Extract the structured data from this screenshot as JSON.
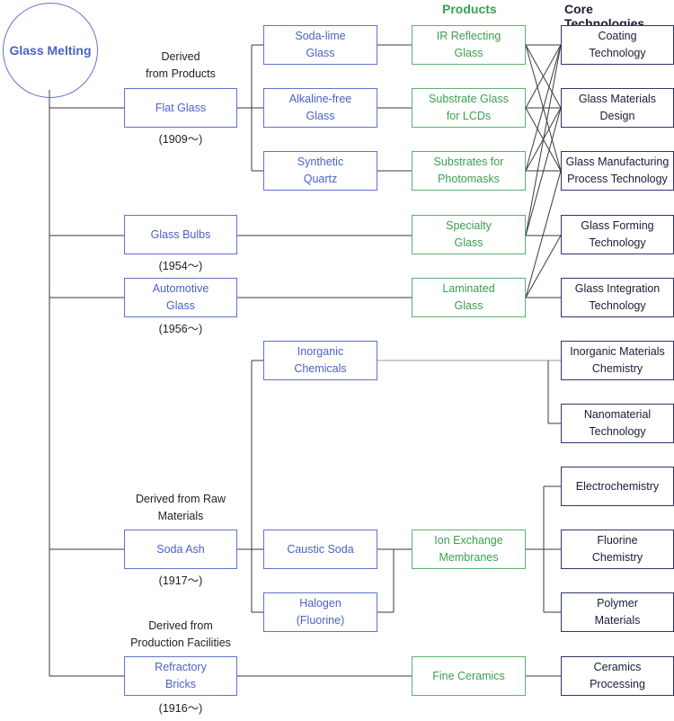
{
  "root": "Glass Melting",
  "headers": {
    "products": "Products",
    "core": "Core Technologies"
  },
  "derived": {
    "from_products": "Derived\nfrom Products",
    "from_raw": "Derived from Raw\nMaterials",
    "from_facilities": "Derived from\nProduction Facilities"
  },
  "years": {
    "flat": "(1909〜)",
    "bulbs": "(1954〜)",
    "automotive": "(1956〜)",
    "soda_ash": "(1917〜)",
    "refractory": "(1916〜)"
  },
  "businesses": {
    "flat": "Flat Glass",
    "bulbs": "Glass Bulbs",
    "automotive": "Automotive\nGlass",
    "soda_ash": "Soda Ash",
    "refractory": "Refractory\nBricks"
  },
  "materials": {
    "soda_lime": "Soda-lime\nGlass",
    "alkaline_free": "Alkaline-free\nGlass",
    "synthetic_quartz": "Synthetic\nQuartz",
    "inorganic_chem": "Inorganic\nChemicals",
    "caustic_soda": "Caustic Soda",
    "halogen": "Halogen\n(Fluorine)"
  },
  "products": {
    "ir": "IR Reflecting\nGlass",
    "lcd": "Substrate Glass\nfor LCDs",
    "photomask": "Substrates for\nPhotomasks",
    "specialty": "Specialty\nGlass",
    "laminated": "Laminated\nGlass",
    "ion": "Ion Exchange\nMembranes",
    "ceramics": "Fine Ceramics"
  },
  "core": {
    "coating": "Coating\nTechnology",
    "materials_design": "Glass Materials\nDesign",
    "manufacturing": "Glass Manufacturing\nProcess Technology",
    "forming": "Glass Forming\nTechnology",
    "integration": "Glass Integration\nTechnology",
    "inorganic_mat": "Inorganic Materials\nChemistry",
    "nano": "Nanomaterial\nTechnology",
    "electrochem": "Electrochemistry",
    "fluorine": "Fluorine\nChemistry",
    "polymer": "Polymer\nMaterials",
    "ceram_proc": "Ceramics\nProcessing"
  },
  "colors": {
    "blue": "#4a62c4",
    "green": "#3aa04e",
    "dark": "#1a1d35",
    "line": "#3a3a3a"
  }
}
